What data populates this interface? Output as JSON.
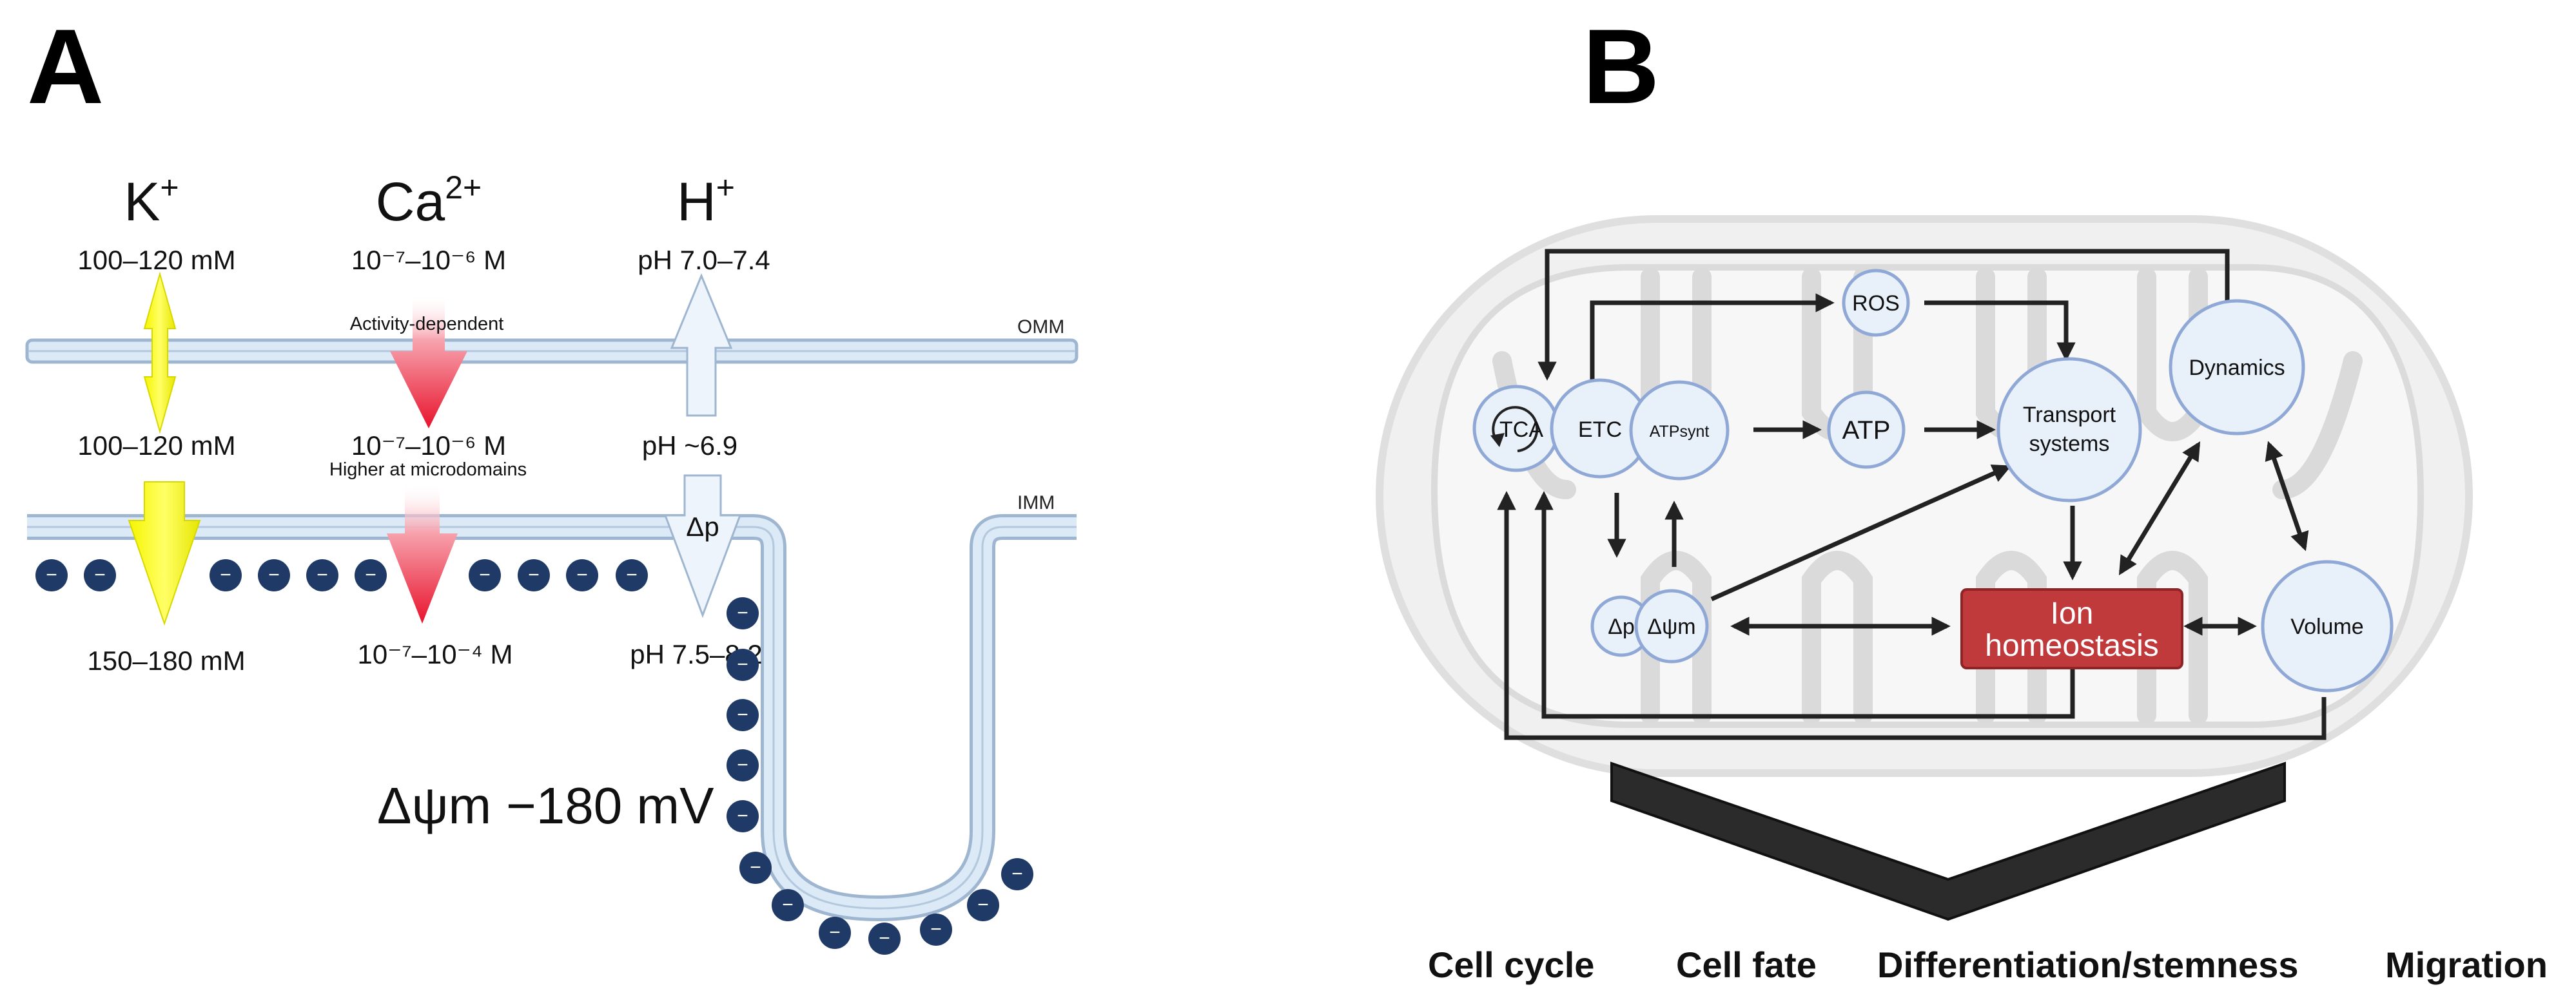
{
  "panel_a": {
    "letter": "A",
    "ions": [
      {
        "symbol": "K",
        "sup": "+",
        "outside": "100–120 mM",
        "ims": "100–120 mM",
        "matrix": "150–180 mM"
      },
      {
        "symbol": "Ca",
        "sup": "2+",
        "outside": "10⁻⁷–10⁻⁶ M",
        "outside_note": "Activity-dependent",
        "ims": "10⁻⁷–10⁻⁶ M",
        "ims_note": "Higher at microdomains",
        "matrix": "10⁻⁷–10⁻⁴ M"
      },
      {
        "symbol": "H",
        "sup": "+",
        "outside": "pH 7.0–7.4",
        "ims": "pH ~6.9",
        "matrix_arrow": "Δp",
        "matrix": "pH 7.5–8.2"
      }
    ],
    "omm_label": "OMM",
    "imm_label": "IMM",
    "charge_symbol": "−",
    "potential_symbol": "Δψm",
    "potential_value": "−180 mV"
  },
  "panel_b": {
    "letter": "B",
    "nodes": {
      "tca": "TCA",
      "etc": "ETC",
      "atpsynt": "ATPsynt",
      "ros": "ROS",
      "atp": "ATP",
      "transport_line1": "Transport",
      "transport_line2": "systems",
      "dynamics": "Dynamics",
      "dp": "Δp",
      "dpsi": "Δψm",
      "ion_line1": "Ion",
      "ion_line2": "homeostasis",
      "volume": "Volume"
    },
    "outcomes": [
      "Cell cycle",
      "Cell fate",
      "Differentiation/stemness",
      "Migration"
    ]
  },
  "colors": {
    "membrane_fill": "#dce9f6",
    "membrane_stroke": "#9fb6d0",
    "k_arrow": "#f2f200",
    "ca_arrow": "#e8132c",
    "h_arrow_fill": "#eef4fb",
    "charge_dot": "#1f3a66",
    "node_fill": "#e8f0fa",
    "node_stroke": "#8fa8d6",
    "ion_box": "#c0393b",
    "arrow": "#222222",
    "chevron": "#2b2b2b"
  }
}
